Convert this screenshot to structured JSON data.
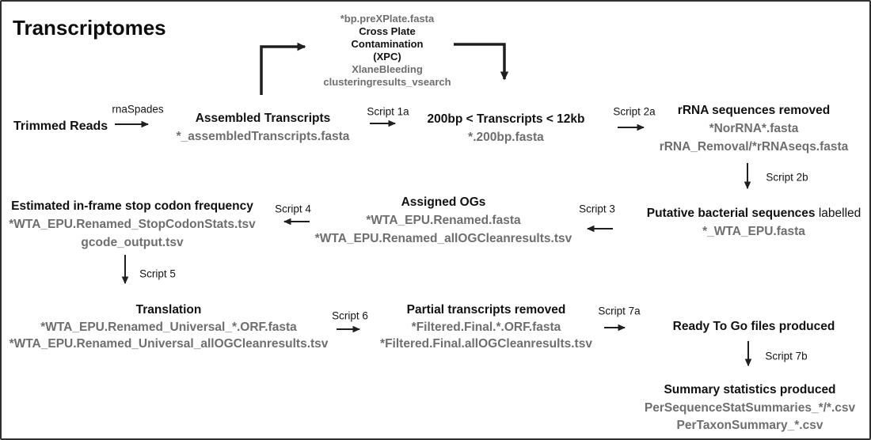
{
  "diagram": {
    "title": "Transcriptomes",
    "colors": {
      "text": "#111111",
      "file_text": "#6e6e6e",
      "arrow": "#222222",
      "background": "#ffffff",
      "border": "#2f2f2f"
    },
    "nodes": {
      "trimmed_reads": {
        "title": "Trimmed Reads"
      },
      "assembled": {
        "title": "Assembled Transcripts",
        "files": [
          "*_assembledTranscripts.fasta"
        ]
      },
      "xpc": {
        "pre_file": "*bp.preXPlate.fasta",
        "title_line1": "Cross Plate",
        "title_line2": "Contamination",
        "title_line3": "(XPC)",
        "files": [
          "XlaneBleeding",
          "clusteringresults_vsearch"
        ]
      },
      "size_filter": {
        "title": "200bp < Transcripts < 12kb",
        "files": [
          "*.200bp.fasta"
        ]
      },
      "rrna_removed": {
        "title": "rRNA sequences removed",
        "files": [
          "*NorRNA*.fasta",
          "rRNA_Removal/*rRNAseqs.fasta"
        ]
      },
      "putative_bacterial": {
        "title_bold": "Putative bacterial sequences",
        "title_regular": "labelled",
        "files": [
          "*_WTA_EPU.fasta"
        ]
      },
      "assigned_ogs": {
        "title": "Assigned OGs",
        "files": [
          "*WTA_EPU.Renamed.fasta",
          "*WTA_EPU.Renamed_allOGCleanresults.tsv"
        ]
      },
      "stop_codon": {
        "title": "Estimated in-frame stop codon frequency",
        "files": [
          "*WTA_EPU.Renamed_StopCodonStats.tsv",
          "gcode_output.tsv"
        ]
      },
      "translation": {
        "title": "Translation",
        "files": [
          "*WTA_EPU.Renamed_Universal_*.ORF.fasta",
          "*WTA_EPU.Renamed_Universal_allOGCleanresults.tsv"
        ]
      },
      "partial_removed": {
        "title": "Partial transcripts removed",
        "files": [
          "*Filtered.Final.*.ORF.fasta",
          "*Filtered.Final.allOGCleanresults.tsv"
        ]
      },
      "ready_to_go": {
        "title": "Ready To Go files produced"
      },
      "summary_stats": {
        "title": "Summary statistics produced",
        "files": [
          "PerSequenceStatSummaries_*/*.csv",
          "PerTaxonSummary_*.csv"
        ]
      }
    },
    "edge_labels": {
      "rnaspades": "rnaSpades",
      "script_1a": "Script 1a",
      "script_2a": "Script 2a",
      "script_2b": "Script 2b",
      "script_3": "Script 3",
      "script_4": "Script 4",
      "script_5": "Script 5",
      "script_6": "Script 6",
      "script_7a": "Script 7a",
      "script_7b": "Script 7b"
    }
  }
}
